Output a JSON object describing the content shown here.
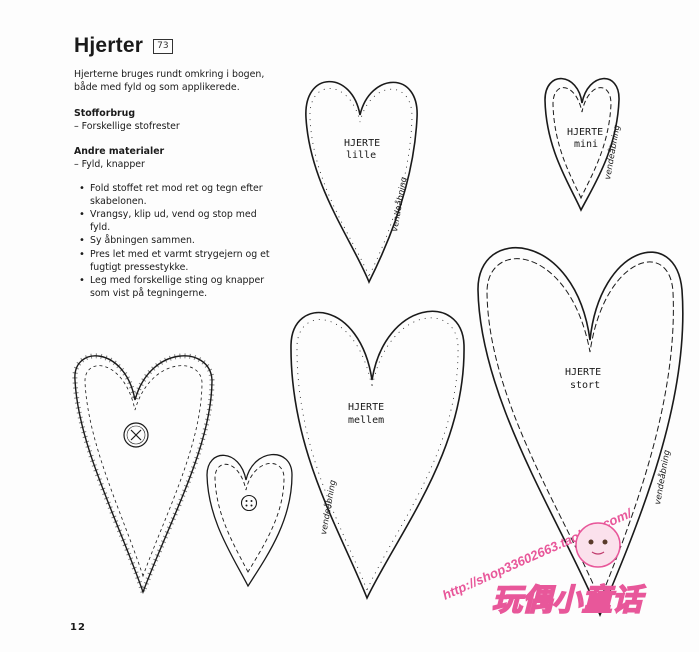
{
  "title": "Hjerter",
  "page_ref": "73",
  "intro": "Hjerterne bruges rundt omkring i bogen, både med fyld og som applikerede.",
  "sections": [
    {
      "heading": "Stofforbrug",
      "text": "– Forskellige stofrester"
    },
    {
      "heading": "Andre materialer",
      "text": "– Fyld, knapper"
    }
  ],
  "steps": [
    "Fold stoffet ret mod ret og tegn efter skabelonen.",
    "Vrangsy, klip ud, vend og stop med fyld.",
    "Sy åbningen sammen.",
    "Pres let med et varmt strygejern og et fugtigt pressestykke.",
    "Leg med forskellige sting og knapper som vist på tegningerne."
  ],
  "hearts": {
    "lille": {
      "l1": "HJERTE",
      "l2": "lille",
      "opening": "vendeåbning"
    },
    "mini": {
      "l1": "HJERTE",
      "l2": "mini",
      "opening": "vendeåbning"
    },
    "mellem": {
      "l1": "HJERTE",
      "l2": "mellem",
      "opening": "vendeåbning"
    },
    "stort": {
      "l1": "HJERTE",
      "l2": "stort",
      "opening": "vendeåbning"
    }
  },
  "page_number": "12",
  "watermark": {
    "url": "http://shop33602663.taobao.com/",
    "brand": "玩偶小童话"
  },
  "colors": {
    "ink": "#1a1a1a",
    "watermark": "#e8579a"
  }
}
